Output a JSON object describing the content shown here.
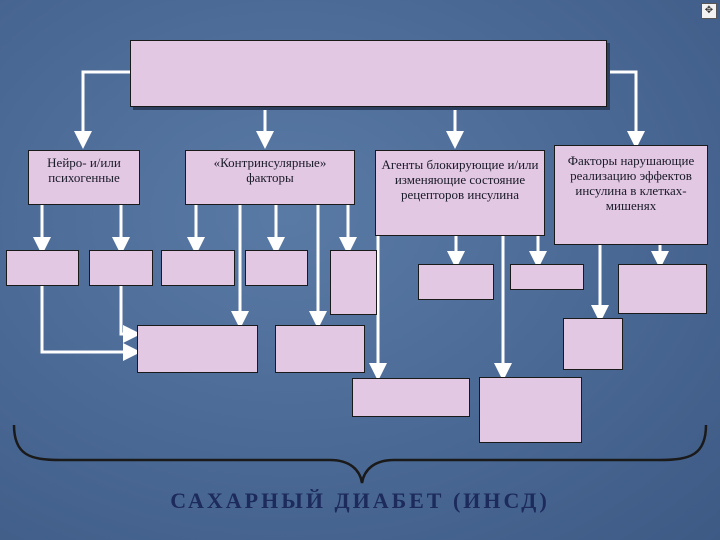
{
  "top_box": {
    "text": ""
  },
  "categories": [
    {
      "id": "neuro",
      "text": "Нейро- и/или психогенные"
    },
    {
      "id": "contrinsular",
      "text": "«Контринсулярные» факторы"
    },
    {
      "id": "agents",
      "text": "Агенты блокирующие и/или изменяющие состояние рецепторов инсулина"
    },
    {
      "id": "factors",
      "text": "Факторы нарушающие реализацию эффектов инсулина в клетках-мишенях"
    }
  ],
  "footer": {
    "title": "САХАРНЫЙ ДИАБЕТ (ИНСД)"
  },
  "colors": {
    "box_fill": "#e2c8e2",
    "arrow": "#ffffff",
    "background": "#4a6894",
    "title": "#1c2a5c"
  },
  "icons": {
    "corner": "move-icon"
  }
}
